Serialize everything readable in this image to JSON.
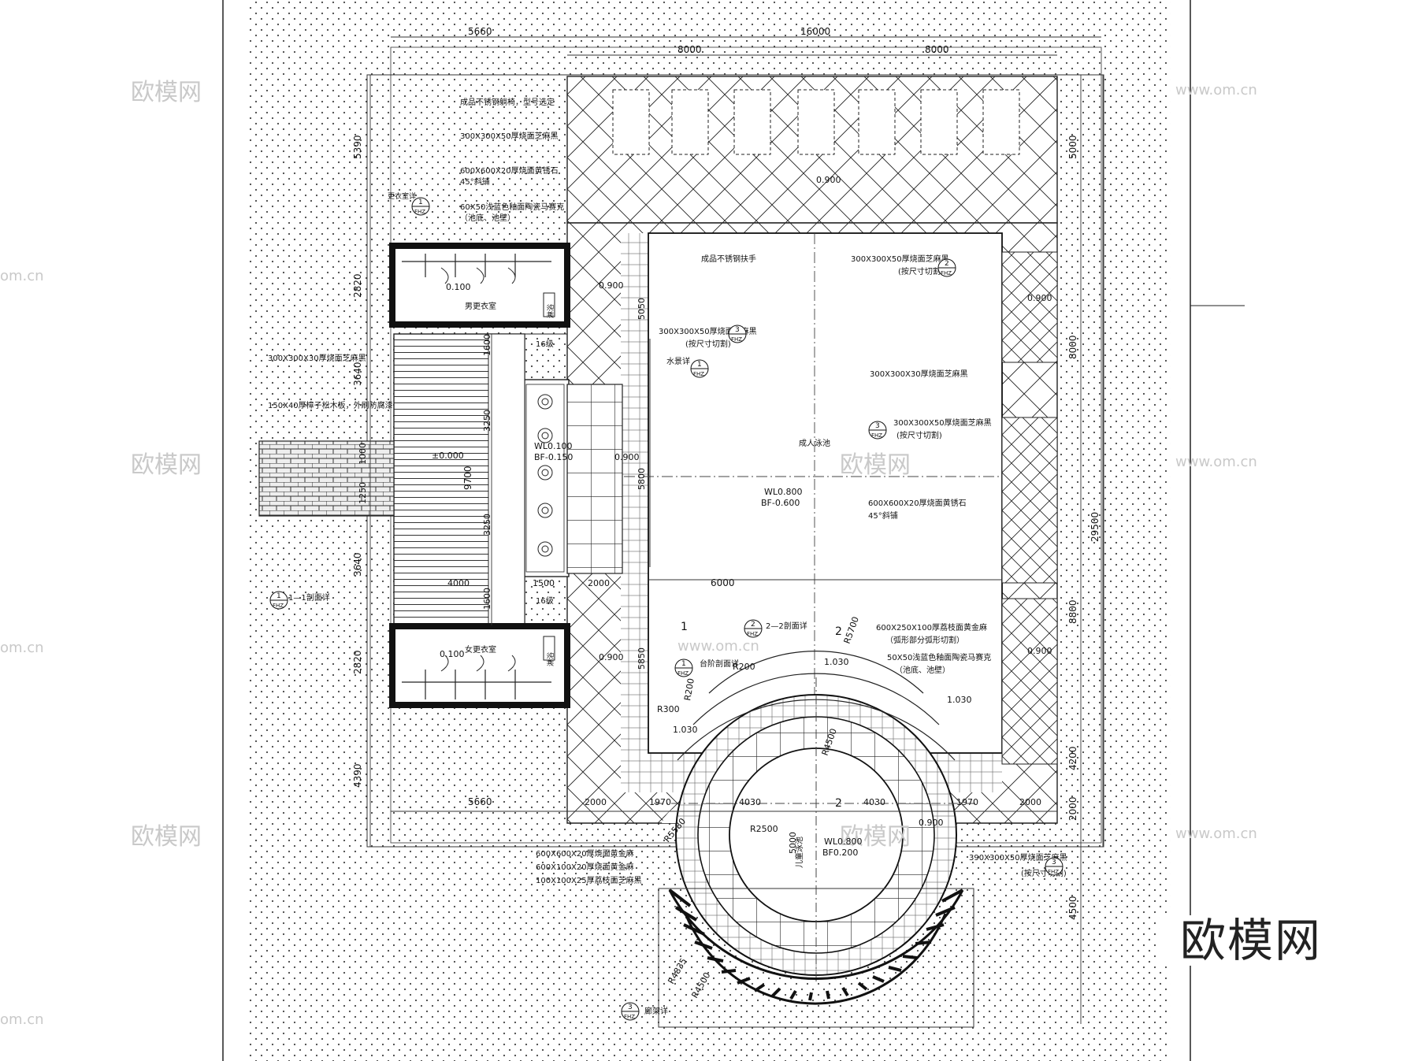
{
  "dimensions": {
    "top_left_width": "5660",
    "top_total_width": "16000",
    "top_half_left": "8000",
    "top_half_right": "8000",
    "bottom_left_width": "5660",
    "bottom_seg": [
      "2000",
      "1970",
      "4030",
      "4030",
      "1970",
      "2000"
    ],
    "left_vertical": [
      "5390",
      "2820",
      "3640",
      "9700",
      "3640",
      "2820",
      "4390"
    ],
    "left_sub": [
      "1600",
      "3250",
      "1000",
      "1250",
      "3250",
      "1600"
    ],
    "right_vertical": [
      "5000",
      "8000",
      "29500",
      "8800",
      "4200",
      "2000",
      "4500"
    ],
    "inner": [
      "5050",
      "5800",
      "5850",
      "6000",
      "1500",
      "2000",
      "4000",
      "5000"
    ]
  },
  "levels": {
    "spa": "0.900",
    "spa_right": "0.900",
    "spa_right2": "0.900",
    "left_upper": "0.900",
    "left_lower": "0.900",
    "women": "0.100",
    "men": "0.100",
    "entry": "±0.000",
    "water_wl": "WL0.100",
    "water_bf": "BF-0.150",
    "mid": "0.900",
    "adult_wl": "WL0.800",
    "adult_bf": "BF-0.600",
    "kid_wl": "WL0.800",
    "kid_bf": "BF0.200",
    "step_left": "1.030",
    "step_mid": "1.030",
    "step_right": "1.030",
    "child_right": "0.900"
  },
  "radii": [
    "R5700",
    "R4500",
    "R2500",
    "R200",
    "R200",
    "R300",
    "R5580",
    "R4835",
    "R4500"
  ],
  "labels": {
    "l1": "成品不锈钢躺椅，型号选定",
    "l2": "300X300X50厚烧面芝麻黑",
    "l3": "600X600X20厚烧面黄锈石",
    "l3b": "45°斜铺",
    "l4": "60X50浅蓝色釉面陶瓷马赛克",
    "l4b": "（池底、池壁）",
    "l5": "300X300X30厚烧面芝麻黑",
    "l6": "150X40厚樟子松木板，外刷防腐漆",
    "l7": "成品不锈钢扶手",
    "l8": "300X300X50厚烧面芝麻黑",
    "l8b": "(按尺寸切割)",
    "l9": "300X300X50厚烧面芝麻黑",
    "l9b": "(按尺寸切割)",
    "l10": "水景详",
    "l11": "300X300X30厚烧面芝麻黑",
    "l12": "300X300X50厚烧面芝麻黑",
    "l12b": "(按尺寸切割)",
    "l13": "成人泳池",
    "l14": "600X600X20厚烧面黄锈石",
    "l14b": "45°斜铺",
    "l15": "600X250X100厚荔枝面黄金麻",
    "l15b": "（弧形部分弧形切割）",
    "l16": "50X50浅蓝色釉面陶瓷马赛克",
    "l16b": "（池底、池壁）",
    "l17": "台阶剖面详",
    "l18": "2—2剖面详",
    "l19": "1—1剖面详",
    "l20": "儿童泳池",
    "l21": "600X600X20厚烧面黄金麻",
    "l22": "600X100X20厚烧面黄金麻",
    "l23": "100X100X25厚荔枝面芝麻黑",
    "l24": "390X300X50厚烧面芝麻黑",
    "l24b": "(按尺寸切割)",
    "l25": "廊架详",
    "l26": "男更衣室",
    "l27": "女更衣室",
    "l28": "更衣室详",
    "l29": "淋浴",
    "l30": "淋浴",
    "l31": "16级",
    "l32": "16级",
    "sec1": "1",
    "sec2": "2",
    "sec2b": "2"
  },
  "callouts": {
    "c1": {
      "num": "1",
      "sub": "FHZ"
    },
    "c2": {
      "num": "2",
      "sub": "FHZ"
    },
    "c3": {
      "num": "3",
      "sub": "FHZ"
    },
    "c4": {
      "num": "3",
      "sub": "FHZ"
    },
    "c5": {
      "num": "3",
      "sub": "FHZ"
    },
    "c6": {
      "num": "3",
      "sub": "FHZ"
    },
    "c7": {
      "num": "1",
      "sub": "FHZ"
    },
    "c8": {
      "num": "1",
      "sub": "FHZ"
    },
    "c9": {
      "num": "2",
      "sub": "FHZ"
    },
    "c10": {
      "num": "1",
      "sub": "FHZ"
    }
  },
  "watermarks": {
    "cn": "欧模网",
    "url": "www.om.cn",
    "short": "om.cn"
  },
  "brand": "欧模网"
}
